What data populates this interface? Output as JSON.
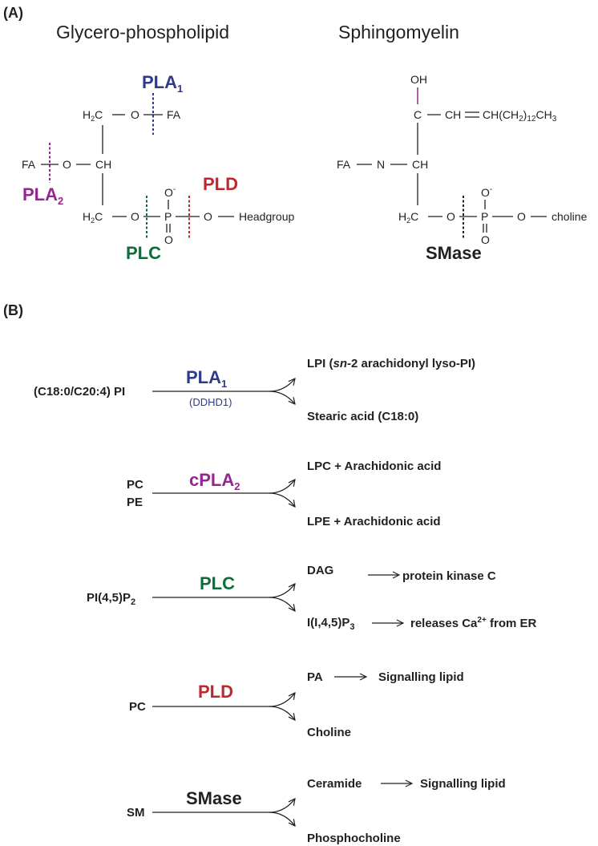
{
  "colors": {
    "text": "#231f20",
    "pla1": "#2e3a8c",
    "pla2": "#93278f",
    "plc": "#0b6e3a",
    "pld": "#c1272d",
    "smase": "#231f20",
    "oh_bond": "#93278f"
  },
  "panel_a": {
    "label": "(A)",
    "left_title": "Glycero-phospholipid",
    "right_title": "Sphingomyelin",
    "glycero": {
      "pla1": "PLA",
      "pla1_sub": "1",
      "pla2": "PLA",
      "pla2_sub": "2",
      "pld": "PLD",
      "plc": "PLC",
      "h2c_top": "H",
      "h2c_top_sub": "2",
      "h2c_top_c": "C",
      "o_top": "O",
      "fa_top": "FA",
      "fa_mid": "FA",
      "o_mid": "O",
      "ch_mid": "CH",
      "h2c_bot": "H",
      "h2c_bot_sub": "2",
      "h2c_bot_c": "C",
      "o_bot": "O",
      "p": "P",
      "o_minus": "O",
      "o_minus_sup": "-",
      "o_double": "O",
      "o_right": "O",
      "headgroup": "Headgroup"
    },
    "sphingo": {
      "oh": "OH",
      "c": "C",
      "ch": "CH",
      "chain_main": "CH(CH",
      "chain_sub": "2",
      "chain_rest": ")",
      "chain_sub2": "12",
      "chain_end": "CH",
      "chain_sub3": "3",
      "fa": "FA",
      "n": "N",
      "ch_mid": "CH",
      "h2c": "H",
      "h2c_sub": "2",
      "h2c_c": "C",
      "o_left": "O",
      "p": "P",
      "o_minus": "O",
      "o_minus_sup": "-",
      "o_double": "O",
      "o_right": "O",
      "choline": "choline",
      "smase": "SMase"
    }
  },
  "panel_b": {
    "label": "(B)",
    "reactions": [
      {
        "substrate": "(C18:0/C20:4) PI",
        "enzyme": "PLA",
        "enzyme_sub": "1",
        "enzyme_note": "(DDHD1)",
        "product1_pre": "LPI (",
        "product1_italic": "sn",
        "product1_post": "-2 arachidonyl lyso-PI)",
        "product2": "Stearic acid (C18:0)"
      },
      {
        "substrate1": "PC",
        "substrate2": "PE",
        "enzyme": "cPLA",
        "enzyme_sub": "2",
        "product1": "LPC + Arachidonic acid",
        "product2": "LPE + Arachidonic acid"
      },
      {
        "substrate": "PI(4,5)P",
        "substrate_sub": "2",
        "enzyme": "PLC",
        "product1": "DAG",
        "product1_target": "protein kinase C",
        "product2": "I(I,4,5)P",
        "product2_sub": "3",
        "product2_target_pre": "releases Ca",
        "product2_target_sup": "2+",
        "product2_target_post": "  from ER"
      },
      {
        "substrate": "PC",
        "enzyme": "PLD",
        "product1": "PA",
        "product1_target": "Signalling lipid",
        "product2": "Choline"
      },
      {
        "substrate": "SM",
        "enzyme": "SMase",
        "product1": "Ceramide",
        "product1_target": "Signalling lipid",
        "product2": "Phosphocholine"
      }
    ]
  }
}
